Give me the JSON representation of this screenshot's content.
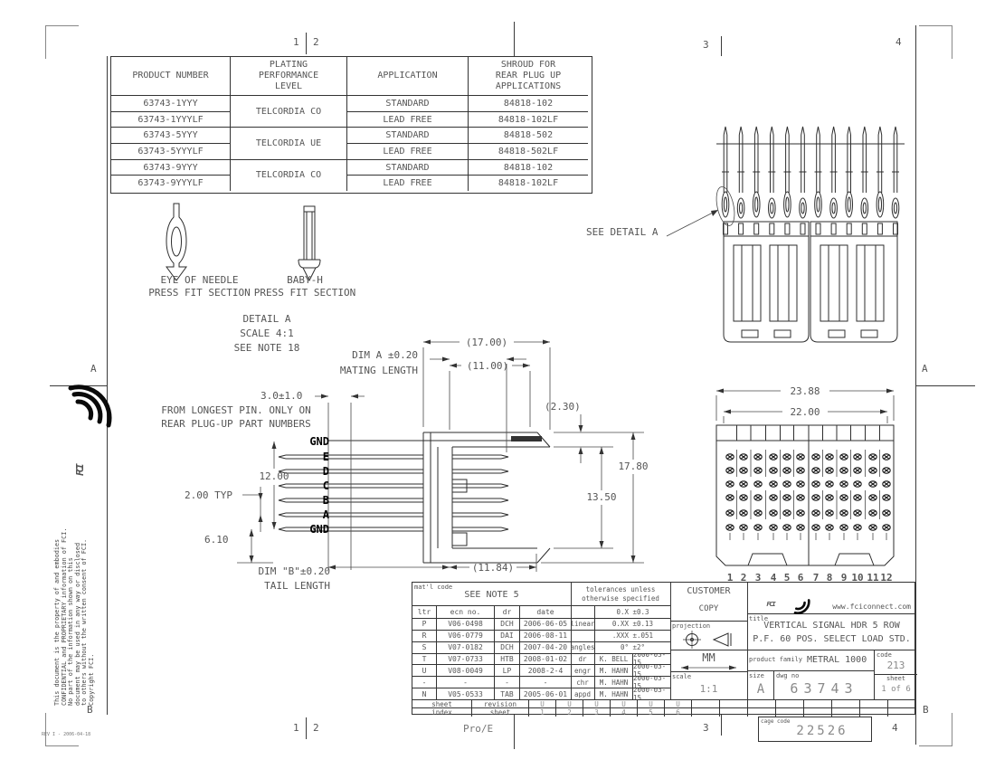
{
  "border": {
    "z1": "1",
    "z2": "2",
    "z3": "3",
    "z4": "4",
    "za": "A",
    "zb": "B",
    "rev_note": "REV I - 2006-04-18"
  },
  "product_table": {
    "h_product": "PRODUCT NUMBER",
    "h_plating": "PLATING\nPERFORMANCE\nLEVEL",
    "h_application": "APPLICATION",
    "h_shroud": "SHROUD FOR\nREAR PLUG UP\nAPPLICATIONS",
    "platings": [
      "TELCORDIA CO",
      "TELCORDIA UE",
      "TELCORDIA CO"
    ],
    "rows": [
      {
        "product": "63743-1YYY",
        "application": "STANDARD",
        "shroud": "84818-102"
      },
      {
        "product": "63743-1YYYLF",
        "application": "LEAD FREE",
        "shroud": "84818-102LF"
      },
      {
        "product": "63743-5YYY",
        "application": "STANDARD",
        "shroud": "84818-502"
      },
      {
        "product": "63743-5YYYLF",
        "application": "LEAD FREE",
        "shroud": "84818-502LF"
      },
      {
        "product": "63743-9YYY",
        "application": "STANDARD",
        "shroud": "84818-102"
      },
      {
        "product": "63743-9YYYLF",
        "application": "LEAD FREE",
        "shroud": "84818-102LF"
      }
    ]
  },
  "details": {
    "eye_label": "EYE OF NEEDLE\nPRESS FIT SECTION",
    "baby_label": "BABY-H\nPRESS FIT SECTION",
    "note": "DETAIL A\nSCALE 4:1\nSEE NOTE 18"
  },
  "side_view": {
    "rows": [
      "GND",
      "E",
      "D",
      "C",
      "B",
      "A",
      "GND"
    ],
    "dim_a": "DIM A ±0.20\nMATING LENGTH",
    "dim_3": "3.0±1.0",
    "from_longest": "FROM LONGEST PIN. ONLY ON\nREAR PLUG-UP PART NUMBERS",
    "d1200": "12.00",
    "d200": "2.00 TYP",
    "d610": "6.10",
    "dim_b": "DIM \"B\"±0.20\nTAIL LENGTH",
    "d1700": "(17.00)",
    "d1100": "(11.00)",
    "d230": "(2.30)",
    "d1780": "17.80",
    "d1350": "13.50",
    "d1184": "(11.84)",
    "see_detail": "SEE DETAIL A"
  },
  "grid_view": {
    "d2388": "23.88",
    "d2200": "22.00",
    "columns": [
      "1",
      "2",
      "3",
      "4",
      "5",
      "6",
      "7",
      "8",
      "9",
      "10",
      "11",
      "12"
    ]
  },
  "title_block": {
    "matl_label": "mat'l code",
    "matl": "SEE NOTE 5",
    "rev_headers": {
      "ltr": "ltr",
      "ecn": "ecn no.",
      "dr": "dr",
      "date": "date"
    },
    "revisions": [
      {
        "ltr": "P",
        "ecn": "V06-0498",
        "dr": "DCH",
        "date": "2006-06-05"
      },
      {
        "ltr": "R",
        "ecn": "V06-0779",
        "dr": "DAI",
        "date": "2006-08-11"
      },
      {
        "ltr": "S",
        "ecn": "V07-0182",
        "dr": "DCH",
        "date": "2007-04-20"
      },
      {
        "ltr": "T",
        "ecn": "V07-0733",
        "dr": "HTB",
        "date": "2008-01-02"
      },
      {
        "ltr": "U",
        "ecn": "V08-0049",
        "dr": "LP",
        "date": "2008-2-4"
      },
      {
        "ltr": "-",
        "ecn": "-",
        "dr": "-",
        "date": "-"
      },
      {
        "ltr": "N",
        "ecn": "V05-0533",
        "dr": "TAB",
        "date": "2005-06-01"
      }
    ],
    "tol_header": "tolerances unless\notherwise specified",
    "tol_linear_label": "linear",
    "tol_angles_label": "angles",
    "tol_x": "0.X ±0.3",
    "tol_xx": "0.XX ±0.13",
    "tol_xxx": ".XXX ±.051",
    "tol_ang": "0° ±2°",
    "approvals": [
      {
        "role": "dr",
        "name": "K. BELL",
        "date": "2000-03-15"
      },
      {
        "role": "engr",
        "name": "M. HAHN",
        "date": "2000-03-15"
      },
      {
        "role": "chr",
        "name": "M. HAHN",
        "date": "2000-03-15"
      },
      {
        "role": "appd",
        "name": "M. HAHN",
        "date": "2000-03-15"
      }
    ],
    "customer": "CUSTOMER",
    "copy": "COPY",
    "projection_label": "projection",
    "units": "MM",
    "scale_label": "scale",
    "scale": "1:1",
    "url": "www.fciconnect.com",
    "title_label": "title",
    "title": "VERTICAL SIGNAL HDR 5 ROW\nP.F. 60 POS. SELECT LOAD STD.",
    "family_label": "product family",
    "family": "METRAL 1000",
    "code_label": "code",
    "code": "213",
    "size_label": "size",
    "size": "A",
    "dwg_label": "dwg no",
    "dwg_no": "63743",
    "sheet_label": "sheet",
    "sheet": "1 of 6",
    "index": {
      "sheet": "sheet",
      "index": "index",
      "revision": "revision",
      "sheet2": "sheet",
      "revs": [
        "U",
        "U",
        "U",
        "U",
        "U",
        "U"
      ],
      "sheets": [
        "1",
        "2",
        "3",
        "4",
        "5",
        "6"
      ]
    }
  },
  "footer": {
    "proe": "Pro/E",
    "cage_label": "cage code",
    "cage_code": "22526"
  },
  "legal": "This document is the property of and embodies\nCONFIDENTIAL and PROPRIETARY information of FCI.\nNo part of the information shown on this\ndocument may be used in any way or disclosed\nto others without the written consent of FCI.\nCopyright FCI.",
  "brand": {
    "name": "FCI"
  }
}
